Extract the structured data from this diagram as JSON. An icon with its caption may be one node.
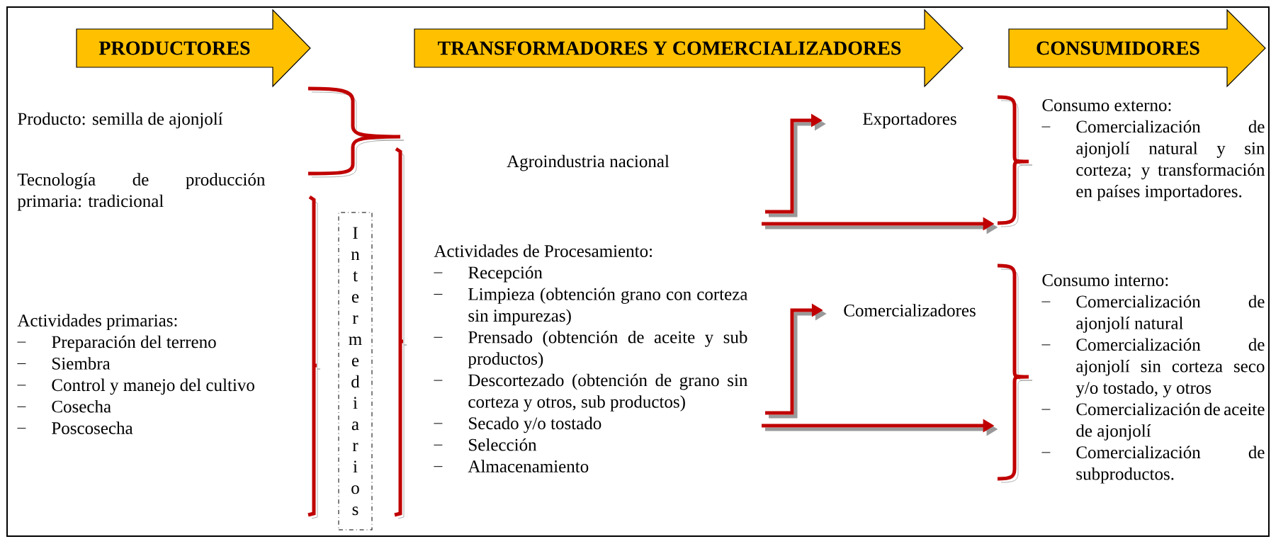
{
  "diagram": {
    "nodes": [
      {
        "text": [
          "PRODUCTORES"
        ]
      },
      {
        "text": [
          "TRANSFORMADORES Y COMERCIALIZADORES"
        ]
      },
      {
        "text": [
          "CONSUMIDORES"
        ]
      },
      {
        "text": [
          "Exportadores"
        ]
      },
      {
        "text": [
          "Comercializadores"
        ]
      },
      {
        "text": [
          "Consumo externo:",
          "Comercialización de ajonjolí natural y sin corteza; y transformación en países importadores."
        ]
      },
      {
        "text": [
          "Consumo interno:",
          "Comercialización de ajonjolí natural",
          "Comercialización de ajonjolí sin corteza seco y/o tostado, y otros",
          "Comercialización de aceite de ajonjolí",
          "Comercialización de subproductos."
        ]
      },
      {
        "text": [
          "I n t e r m e d i a r i o s"
        ]
      },
      {
        "text": [],
        "shape": "brace"
      },
      {
        "text": [],
        "shape": "brace"
      }
    ],
    "edges": [
      {
        "from": null,
        "to": 3,
        "arrow": "to",
        "color": "#c00000"
      },
      {
        "from": null,
        "to": 8,
        "arrow": "to",
        "color": "#c00000"
      },
      {
        "from": null,
        "to": 4,
        "arrow": "to",
        "color": "#c00000"
      },
      {
        "from": null,
        "to": 9,
        "arrow": "to",
        "color": "#c00000"
      }
    ],
    "labels": [
      "Producto: semilla de ajonjolí",
      "Tecnología de producción primaria: tradicional",
      "Actividades primarias:",
      "Preparación del terreno",
      "Siembra",
      "Control y manejo del cultivo",
      "Cosecha",
      "Poscosecha",
      "Agroindustria nacional",
      "Actividades de Procesamiento:",
      "Recepción",
      "Limpieza (obtención grano con corteza sin impurezas)",
      "Prensado (obtención de aceite y sub productos)",
      "Descortezado (obtención de grano sin corteza y otros, sub productos)",
      "Secado y/o tostado",
      "Selección",
      "Almacenamiento"
    ]
  }
}
